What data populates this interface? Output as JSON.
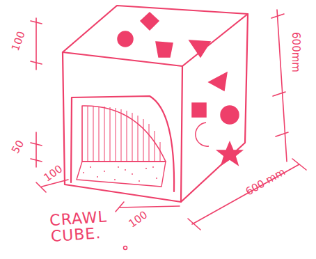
{
  "diagram": {
    "title": "CRAWL CUBE.",
    "labels": [
      "100",
      "50",
      "100",
      "100",
      "600mm",
      "600 mm"
    ]
  }
}
